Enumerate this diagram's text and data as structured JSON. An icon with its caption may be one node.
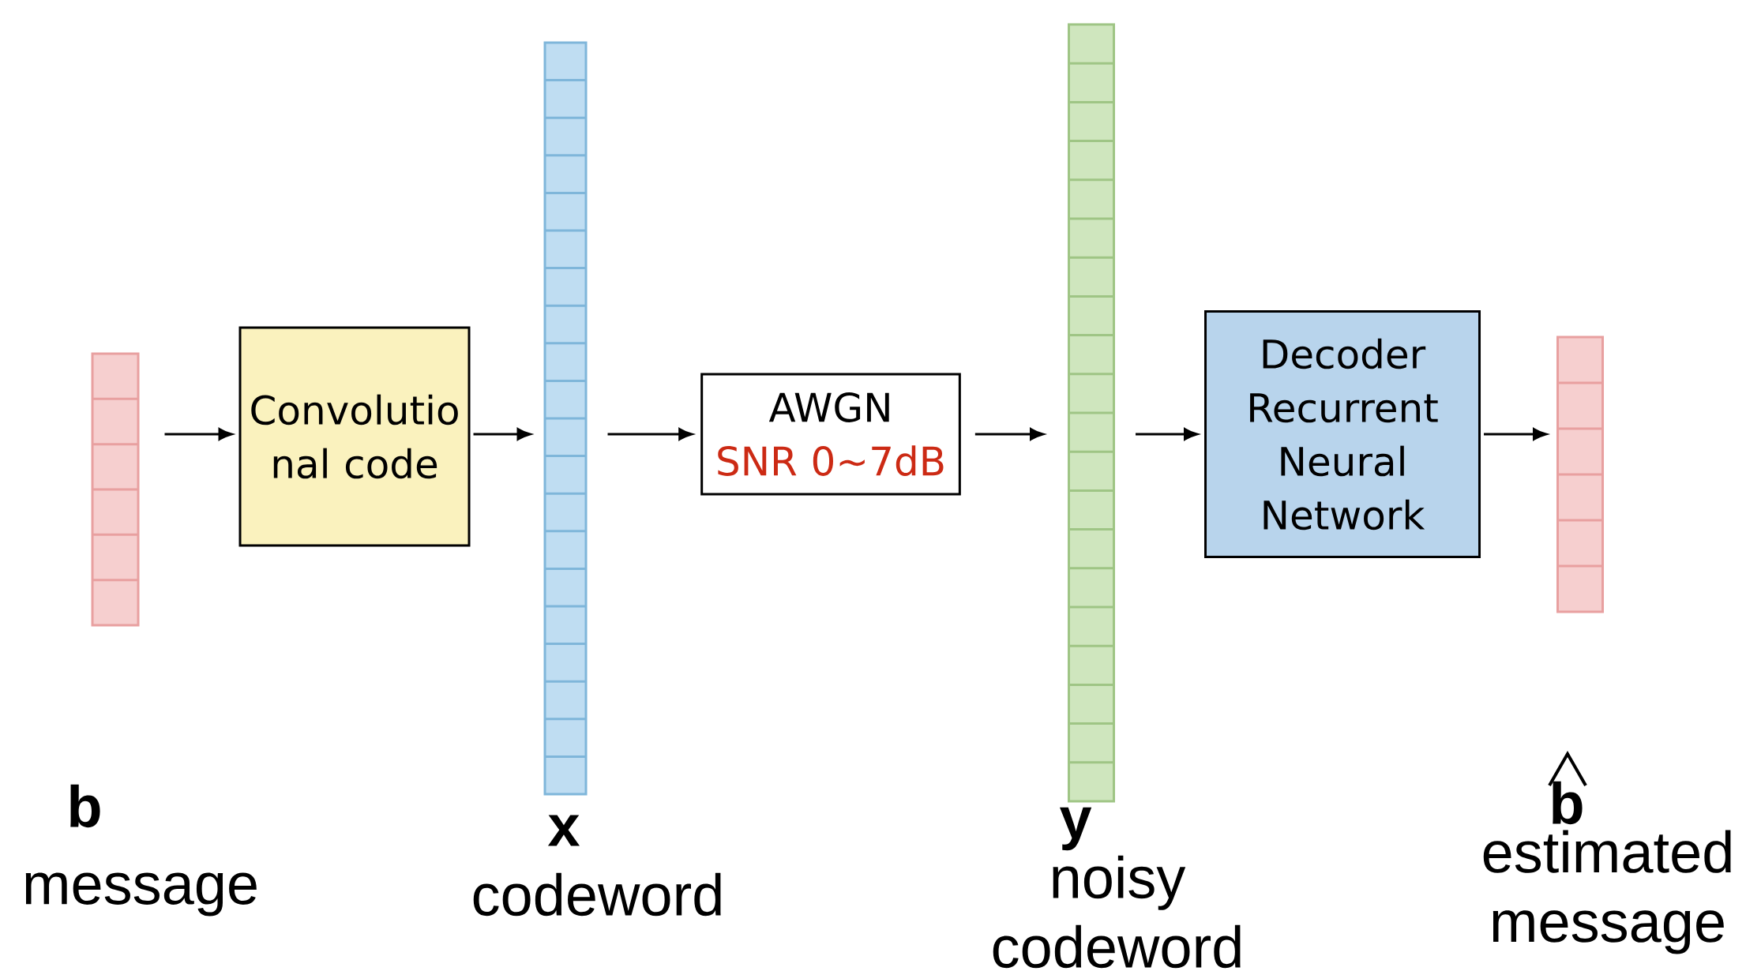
{
  "diagram": {
    "nodes": [
      {
        "text": [],
        "shape": "bar",
        "beside": [
          "b",
          "message"
        ]
      },
      {
        "text": [
          "Convolutio nal code"
        ]
      },
      {
        "text": [],
        "shape": "bar",
        "beside": [
          "x",
          "codeword"
        ]
      },
      {
        "text": [
          "AWGN",
          "SNR 0~7dB"
        ]
      },
      {
        "text": [],
        "shape": "bar",
        "beside": [
          "y",
          "noisy codeword"
        ]
      },
      {
        "text": [
          "Decoder Recurrent Neural Network"
        ]
      },
      {
        "text": [],
        "shape": "bar",
        "beside": [
          "b",
          "estimated message"
        ]
      }
    ],
    "edges": [
      {
        "from": 0,
        "to": 1,
        "arrow": "to"
      },
      {
        "from": 1,
        "to": 2,
        "arrow": "to"
      },
      {
        "from": 2,
        "to": 3,
        "arrow": "to"
      },
      {
        "from": 3,
        "to": 4,
        "arrow": "to"
      },
      {
        "from": 4,
        "to": 5,
        "arrow": "to"
      },
      {
        "from": 5,
        "to": 6,
        "arrow": "to"
      }
    ]
  }
}
